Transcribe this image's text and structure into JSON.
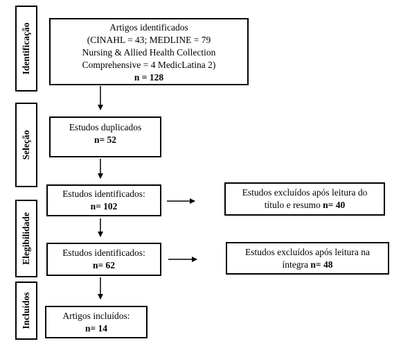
{
  "phases": {
    "identificacao": "Identificação",
    "selecao": "Seleção",
    "elegibilidade": "Elegibilidade",
    "incluidos": "Incluídos"
  },
  "boxes": {
    "identified": {
      "l1": "Artigos identificados",
      "l2": "(CINAHL = 43; MEDLINE = 79",
      "l3": "Nursing & Allied Health Collection",
      "l4": "Comprehensive = 4 MedicLatina 2)",
      "count": "n = 128"
    },
    "duplicates": {
      "label": "Estudos duplicados",
      "count": "n= 52"
    },
    "identified2": {
      "label": "Estudos identificados:",
      "count": "n= 102"
    },
    "excluded1": {
      "l1": "Estudos excluídos após leitura do",
      "l2": "título e resumo",
      "count": "n= 40"
    },
    "identified3": {
      "label": "Estudos identificados:",
      "count": "n= 62"
    },
    "excluded2": {
      "l1": "Estudos excluídos após leitura na",
      "l2": "íntegra",
      "count": "n= 48"
    },
    "included": {
      "label": "Artigos incluídos:",
      "count": "n= 14"
    }
  }
}
